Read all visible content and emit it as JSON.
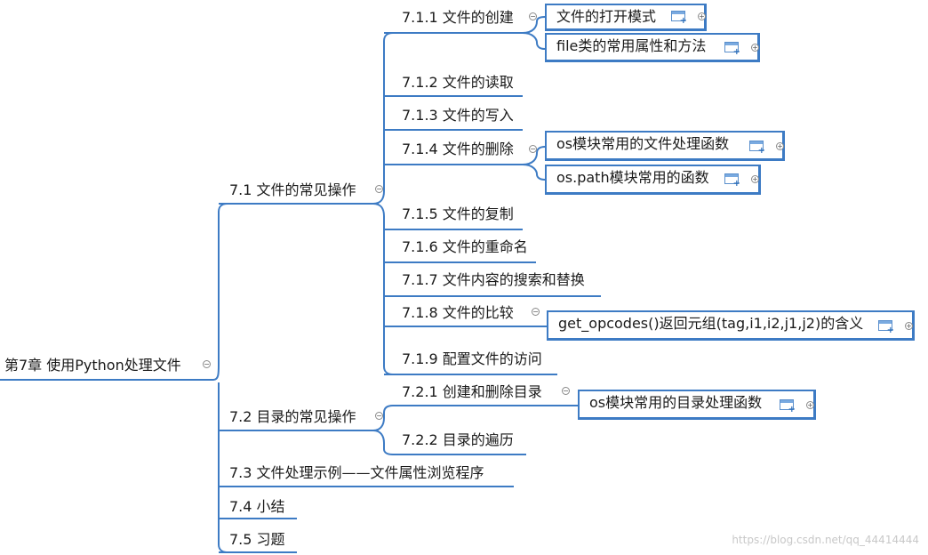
{
  "colors": {
    "line": "#3d7bc4",
    "box_border": "#3d7bc4"
  },
  "root": {
    "label": "第7章 使用Python处理文件"
  },
  "sections": [
    {
      "label": "7.1 文件的常见操作"
    },
    {
      "label": "7.2 目录的常见操作"
    },
    {
      "label": "7.3 文件处理示例——文件属性浏览程序"
    },
    {
      "label": "7.4 小结"
    },
    {
      "label": "7.5 习题"
    }
  ],
  "subsections": [
    {
      "label": "7.1.1 文件的创建"
    },
    {
      "label": "7.1.2 文件的读取"
    },
    {
      "label": "7.1.3 文件的写入"
    },
    {
      "label": "7.1.4 文件的删除"
    },
    {
      "label": "7.1.5 文件的复制"
    },
    {
      "label": "7.1.6 文件的重命名"
    },
    {
      "label": "7.1.7 文件内容的搜索和替换"
    },
    {
      "label": "7.1.8 文件的比较"
    },
    {
      "label": "7.1.9 配置文件的访问"
    },
    {
      "label": "7.2.1 创建和删除目录"
    },
    {
      "label": "7.2.2 目录的遍历"
    }
  ],
  "notes": [
    {
      "label": "文件的打开模式"
    },
    {
      "label": "file类的常用属性和方法"
    },
    {
      "label": "os模块常用的文件处理函数"
    },
    {
      "label": "os.path模块常用的函数"
    },
    {
      "label": "get_opcodes()返回元组(tag,i1,i2,j1,j2)的含义"
    },
    {
      "label": "os模块常用的目录处理函数"
    }
  ],
  "icons": {
    "note": "note-table-icon",
    "collapse": "collapse-minus-icon",
    "expand": "expand-plus-icon"
  },
  "watermark": "https://blog.csdn.net/qq_44414444"
}
